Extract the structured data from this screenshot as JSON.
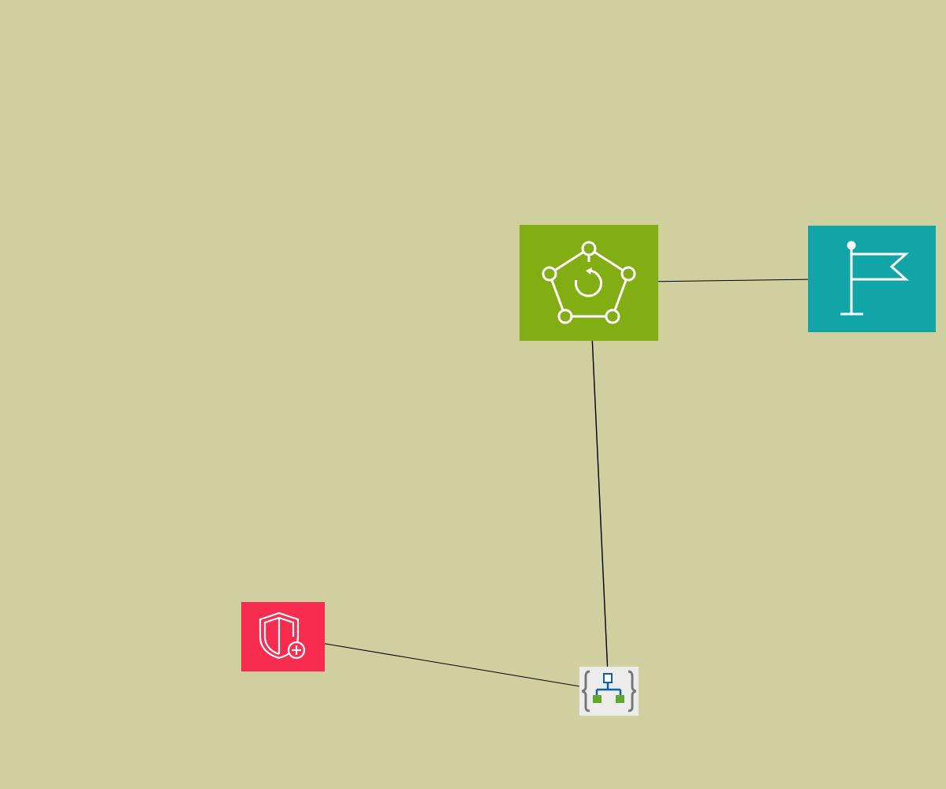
{
  "canvas": {
    "background": "#cfcf9f"
  },
  "nodes": [
    {
      "id": "replication",
      "icon": "network-replication-icon",
      "color": "#82ad13",
      "glyph": "#ffffff"
    },
    {
      "id": "flag",
      "icon": "flag-icon",
      "color": "#12a5a8",
      "glyph": "#ffffff"
    },
    {
      "id": "shield",
      "icon": "shield-add-icon",
      "color": "#f72c4f",
      "glyph": "#ffffff"
    },
    {
      "id": "resource",
      "icon": "resource-template-icon",
      "color": "#ececec",
      "glyph": "#0f5fae"
    }
  ],
  "edges": [
    {
      "from": "flag",
      "to": "replication",
      "color": "#000000"
    },
    {
      "from": "replication",
      "to": "resource",
      "color": "#000000"
    },
    {
      "from": "resource",
      "to": "shield",
      "color": "#000000"
    }
  ]
}
